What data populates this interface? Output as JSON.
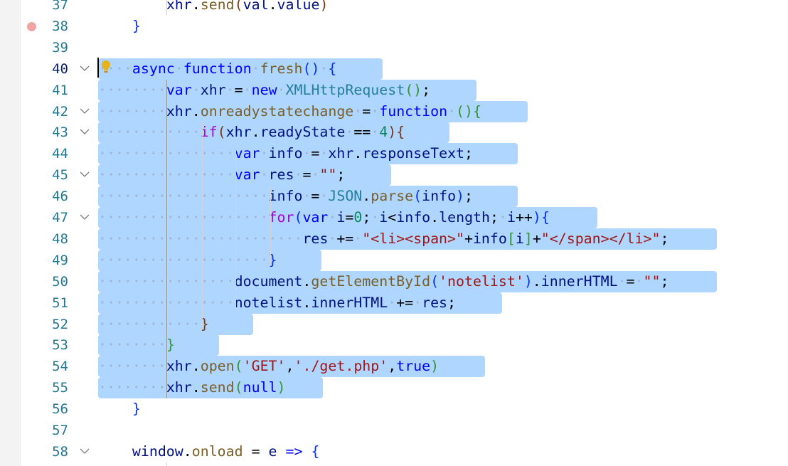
{
  "editor": {
    "colors": {
      "selection": "#aed6ff",
      "keyword": "#0000ff",
      "control": "#af00db",
      "function": "#795e26",
      "class": "#267f99",
      "string": "#a31515",
      "number": "#098658",
      "variable": "#001080",
      "line_number": "#237893",
      "breakpoint": "#f1a4a4"
    },
    "lines": [
      {
        "n": "37",
        "fold": false,
        "breakpoint": false,
        "tokens": [
          [
            "dot",
            "    "
          ],
          [
            "pl",
            "    "
          ],
          [
            "var",
            "xhr"
          ],
          [
            "pl",
            "."
          ],
          [
            "fn",
            "send"
          ],
          [
            "b3",
            "("
          ],
          [
            "var",
            "val"
          ],
          [
            "pl",
            "."
          ],
          [
            "var",
            "value"
          ],
          [
            "b3",
            ")"
          ]
        ]
      },
      {
        "n": "38",
        "fold": false,
        "breakpoint": true,
        "tokens": [
          [
            "pl",
            "    "
          ],
          [
            "b1",
            "}"
          ]
        ]
      },
      {
        "n": "39",
        "fold": false,
        "breakpoint": false,
        "tokens": []
      },
      {
        "n": "40",
        "fold": true,
        "breakpoint": false,
        "active": true,
        "sel": 400,
        "tokens": [
          [
            "dot",
            "····"
          ],
          [
            "kw",
            "async"
          ],
          [
            "dot",
            "·"
          ],
          [
            "kw",
            "function"
          ],
          [
            "dot",
            "·"
          ],
          [
            "fn",
            "fresh"
          ],
          [
            "b1",
            "()"
          ],
          [
            "dot",
            "·"
          ],
          [
            "b1",
            "{"
          ]
        ]
      },
      {
        "n": "41",
        "fold": false,
        "breakpoint": false,
        "sel": 532,
        "tokens": [
          [
            "dot",
            "········"
          ],
          [
            "kw",
            "var"
          ],
          [
            "dot",
            "·"
          ],
          [
            "var",
            "xhr"
          ],
          [
            "dot",
            "·"
          ],
          [
            "pl",
            "="
          ],
          [
            "dot",
            "·"
          ],
          [
            "kw",
            "new"
          ],
          [
            "dot",
            "·"
          ],
          [
            "cls",
            "XMLHttpRequest"
          ],
          [
            "b2",
            "()"
          ],
          [
            "pl",
            ";"
          ]
        ]
      },
      {
        "n": "42",
        "fold": true,
        "breakpoint": false,
        "sel": 604,
        "tokens": [
          [
            "dot",
            "········"
          ],
          [
            "var",
            "xhr"
          ],
          [
            "pl",
            "."
          ],
          [
            "fn",
            "onreadystatechange"
          ],
          [
            "dot",
            "·"
          ],
          [
            "pl",
            "="
          ],
          [
            "dot",
            "·"
          ],
          [
            "kw",
            "function"
          ],
          [
            "dot",
            "·"
          ],
          [
            "b2",
            "()"
          ],
          [
            "b2",
            "{"
          ]
        ]
      },
      {
        "n": "43",
        "fold": true,
        "breakpoint": false,
        "sel": 494,
        "tokens": [
          [
            "dot",
            "············"
          ],
          [
            "kw2",
            "if"
          ],
          [
            "b3",
            "("
          ],
          [
            "var",
            "xhr"
          ],
          [
            "pl",
            "."
          ],
          [
            "var",
            "readyState"
          ],
          [
            "dot",
            "·"
          ],
          [
            "pl",
            "=="
          ],
          [
            "dot",
            "·"
          ],
          [
            "num",
            "4"
          ],
          [
            "b3",
            ")"
          ],
          [
            "b3",
            "{"
          ]
        ]
      },
      {
        "n": "44",
        "fold": false,
        "breakpoint": false,
        "sel": 590,
        "tokens": [
          [
            "dot",
            "················"
          ],
          [
            "kw",
            "var"
          ],
          [
            "dot",
            "·"
          ],
          [
            "var",
            "info"
          ],
          [
            "dot",
            "·"
          ],
          [
            "pl",
            "="
          ],
          [
            "dot",
            "·"
          ],
          [
            "var",
            "xhr"
          ],
          [
            "pl",
            "."
          ],
          [
            "var",
            "responseText"
          ],
          [
            "pl",
            ";"
          ]
        ]
      },
      {
        "n": "45",
        "fold": true,
        "breakpoint": false,
        "sel": 412,
        "tokens": [
          [
            "dot",
            "················"
          ],
          [
            "kw",
            "var"
          ],
          [
            "dot",
            "·"
          ],
          [
            "var",
            "res"
          ],
          [
            "dot",
            "·"
          ],
          [
            "pl",
            "="
          ],
          [
            "dot",
            "·"
          ],
          [
            "str",
            "\"\""
          ],
          [
            "pl",
            ";"
          ]
        ]
      },
      {
        "n": "46",
        "fold": false,
        "breakpoint": false,
        "sel": 590,
        "tokens": [
          [
            "dot",
            "····················"
          ],
          [
            "var",
            "info"
          ],
          [
            "dot",
            "·"
          ],
          [
            "pl",
            "="
          ],
          [
            "dot",
            "·"
          ],
          [
            "cls",
            "JSON"
          ],
          [
            "pl",
            "."
          ],
          [
            "fn",
            "parse"
          ],
          [
            "b1",
            "("
          ],
          [
            "var",
            "info"
          ],
          [
            "b1",
            ")"
          ],
          [
            "pl",
            ";"
          ]
        ]
      },
      {
        "n": "47",
        "fold": true,
        "breakpoint": false,
        "sel": 702,
        "tokens": [
          [
            "dot",
            "····················"
          ],
          [
            "kw2",
            "for"
          ],
          [
            "b1",
            "("
          ],
          [
            "kw",
            "var"
          ],
          [
            "dot",
            "·"
          ],
          [
            "var",
            "i"
          ],
          [
            "pl",
            "="
          ],
          [
            "num",
            "0"
          ],
          [
            "pl",
            ";"
          ],
          [
            "dot",
            "·"
          ],
          [
            "var",
            "i"
          ],
          [
            "pl",
            "<"
          ],
          [
            "var",
            "info"
          ],
          [
            "pl",
            "."
          ],
          [
            "var",
            "length"
          ],
          [
            "pl",
            ";"
          ],
          [
            "dot",
            "·"
          ],
          [
            "var",
            "i"
          ],
          [
            "pl",
            "++"
          ],
          [
            "b1",
            ")"
          ],
          [
            "b1",
            "{"
          ]
        ]
      },
      {
        "n": "48",
        "fold": false,
        "breakpoint": false,
        "sel": 870,
        "tokens": [
          [
            "dot",
            "························"
          ],
          [
            "var",
            "res"
          ],
          [
            "dot",
            "·"
          ],
          [
            "pl",
            "+="
          ],
          [
            "dot",
            "·"
          ],
          [
            "str",
            "\"<li><span>\""
          ],
          [
            "pl",
            "+"
          ],
          [
            "var",
            "info"
          ],
          [
            "b2",
            "["
          ],
          [
            "var",
            "i"
          ],
          [
            "b2",
            "]"
          ],
          [
            "pl",
            "+"
          ],
          [
            "str",
            "\"</span></li>\""
          ],
          [
            "pl",
            ";"
          ]
        ]
      },
      {
        "n": "49",
        "fold": false,
        "breakpoint": false,
        "sel": 314,
        "tokens": [
          [
            "dot",
            "····················"
          ],
          [
            "b1",
            "}"
          ]
        ]
      },
      {
        "n": "50",
        "fold": false,
        "breakpoint": false,
        "sel": 870,
        "tokens": [
          [
            "dot",
            "················"
          ],
          [
            "var",
            "document"
          ],
          [
            "pl",
            "."
          ],
          [
            "fn",
            "getElementById"
          ],
          [
            "b1",
            "("
          ],
          [
            "str",
            "'notelist'"
          ],
          [
            "b1",
            ")"
          ],
          [
            "pl",
            "."
          ],
          [
            "var",
            "innerHTML"
          ],
          [
            "dot",
            "·"
          ],
          [
            "pl",
            "="
          ],
          [
            "dot",
            "·"
          ],
          [
            "str",
            "\"\""
          ],
          [
            "pl",
            ";"
          ]
        ]
      },
      {
        "n": "51",
        "fold": false,
        "breakpoint": false,
        "sel": 568,
        "tokens": [
          [
            "dot",
            "················"
          ],
          [
            "var",
            "notelist"
          ],
          [
            "pl",
            "."
          ],
          [
            "var",
            "innerHTML"
          ],
          [
            "dot",
            "·"
          ],
          [
            "pl",
            "+="
          ],
          [
            "dot",
            "·"
          ],
          [
            "var",
            "res"
          ],
          [
            "pl",
            ";"
          ]
        ]
      },
      {
        "n": "52",
        "fold": false,
        "breakpoint": false,
        "sel": 218,
        "tokens": [
          [
            "dot",
            "············"
          ],
          [
            "b3",
            "}"
          ]
        ]
      },
      {
        "n": "53",
        "fold": false,
        "breakpoint": false,
        "sel": 170,
        "tokens": [
          [
            "dot",
            "········"
          ],
          [
            "b2",
            "}"
          ]
        ]
      },
      {
        "n": "54",
        "fold": false,
        "breakpoint": false,
        "sel": 544,
        "tokens": [
          [
            "dot",
            "········"
          ],
          [
            "var",
            "xhr"
          ],
          [
            "pl",
            "."
          ],
          [
            "fn",
            "open"
          ],
          [
            "b2",
            "("
          ],
          [
            "str",
            "'GET'"
          ],
          [
            "pl",
            ","
          ],
          [
            "str",
            "'./get.php'"
          ],
          [
            "pl",
            ","
          ],
          [
            "kw",
            "true"
          ],
          [
            "b2",
            ")"
          ]
        ]
      },
      {
        "n": "55",
        "fold": false,
        "breakpoint": false,
        "sel": 316,
        "tokens": [
          [
            "dot",
            "········"
          ],
          [
            "var",
            "xhr"
          ],
          [
            "pl",
            "."
          ],
          [
            "fn",
            "send"
          ],
          [
            "b2",
            "("
          ],
          [
            "kw",
            "null"
          ],
          [
            "b2",
            ")"
          ]
        ]
      },
      {
        "n": "56",
        "fold": false,
        "breakpoint": false,
        "tokens": [
          [
            "pl",
            "    "
          ],
          [
            "b1",
            "}"
          ]
        ]
      },
      {
        "n": "57",
        "fold": false,
        "breakpoint": false,
        "tokens": []
      },
      {
        "n": "58",
        "fold": true,
        "breakpoint": false,
        "tokens": [
          [
            "pl",
            "    "
          ],
          [
            "var",
            "window"
          ],
          [
            "pl",
            "."
          ],
          [
            "fn",
            "onload"
          ],
          [
            "pl",
            " = "
          ],
          [
            "var",
            "e"
          ],
          [
            "pl",
            " "
          ],
          [
            "kw",
            "=>"
          ],
          [
            "pl",
            " "
          ],
          [
            "b1",
            "{"
          ]
        ]
      }
    ]
  }
}
